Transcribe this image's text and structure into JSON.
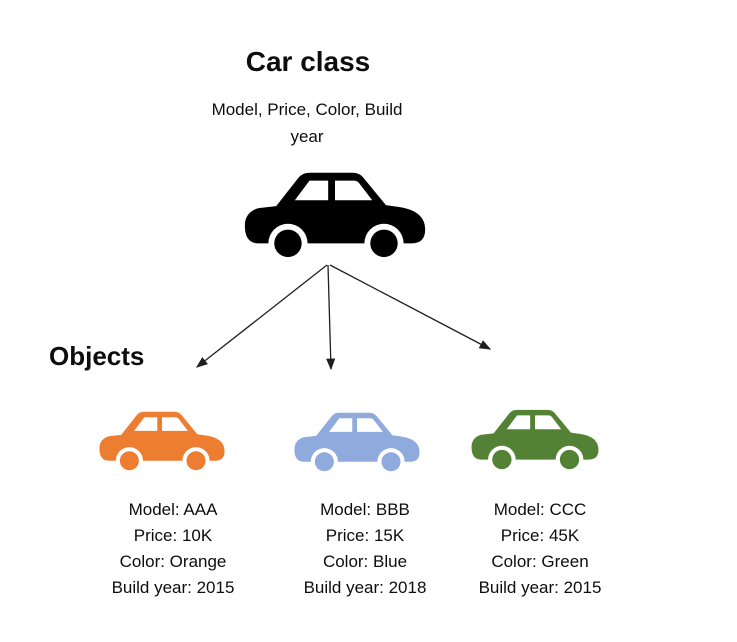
{
  "class_section": {
    "title": "Car class",
    "attributes_lines": [
      "Model, Price, Color, Build",
      "year"
    ],
    "icon": "car-icon",
    "icon_color": "#000000"
  },
  "objects_section": {
    "label": "Objects",
    "objects": [
      {
        "icon": "car-icon",
        "icon_color": "#ED7D31",
        "lines": [
          "Model: AAA",
          "Price: 10K",
          "Color: Orange",
          "Build year: 2015"
        ]
      },
      {
        "icon": "car-icon",
        "icon_color": "#8FAADC",
        "lines": [
          "Model: BBB",
          "Price: 15K",
          "Color: Blue",
          "Build year: 2018"
        ]
      },
      {
        "icon": "car-icon",
        "icon_color": "#548235",
        "lines": [
          "Model: CCC",
          "Price: 45K",
          "Color: Green",
          "Build year: 2015"
        ]
      }
    ]
  },
  "connectors": {
    "color": "#1f1f1f"
  }
}
